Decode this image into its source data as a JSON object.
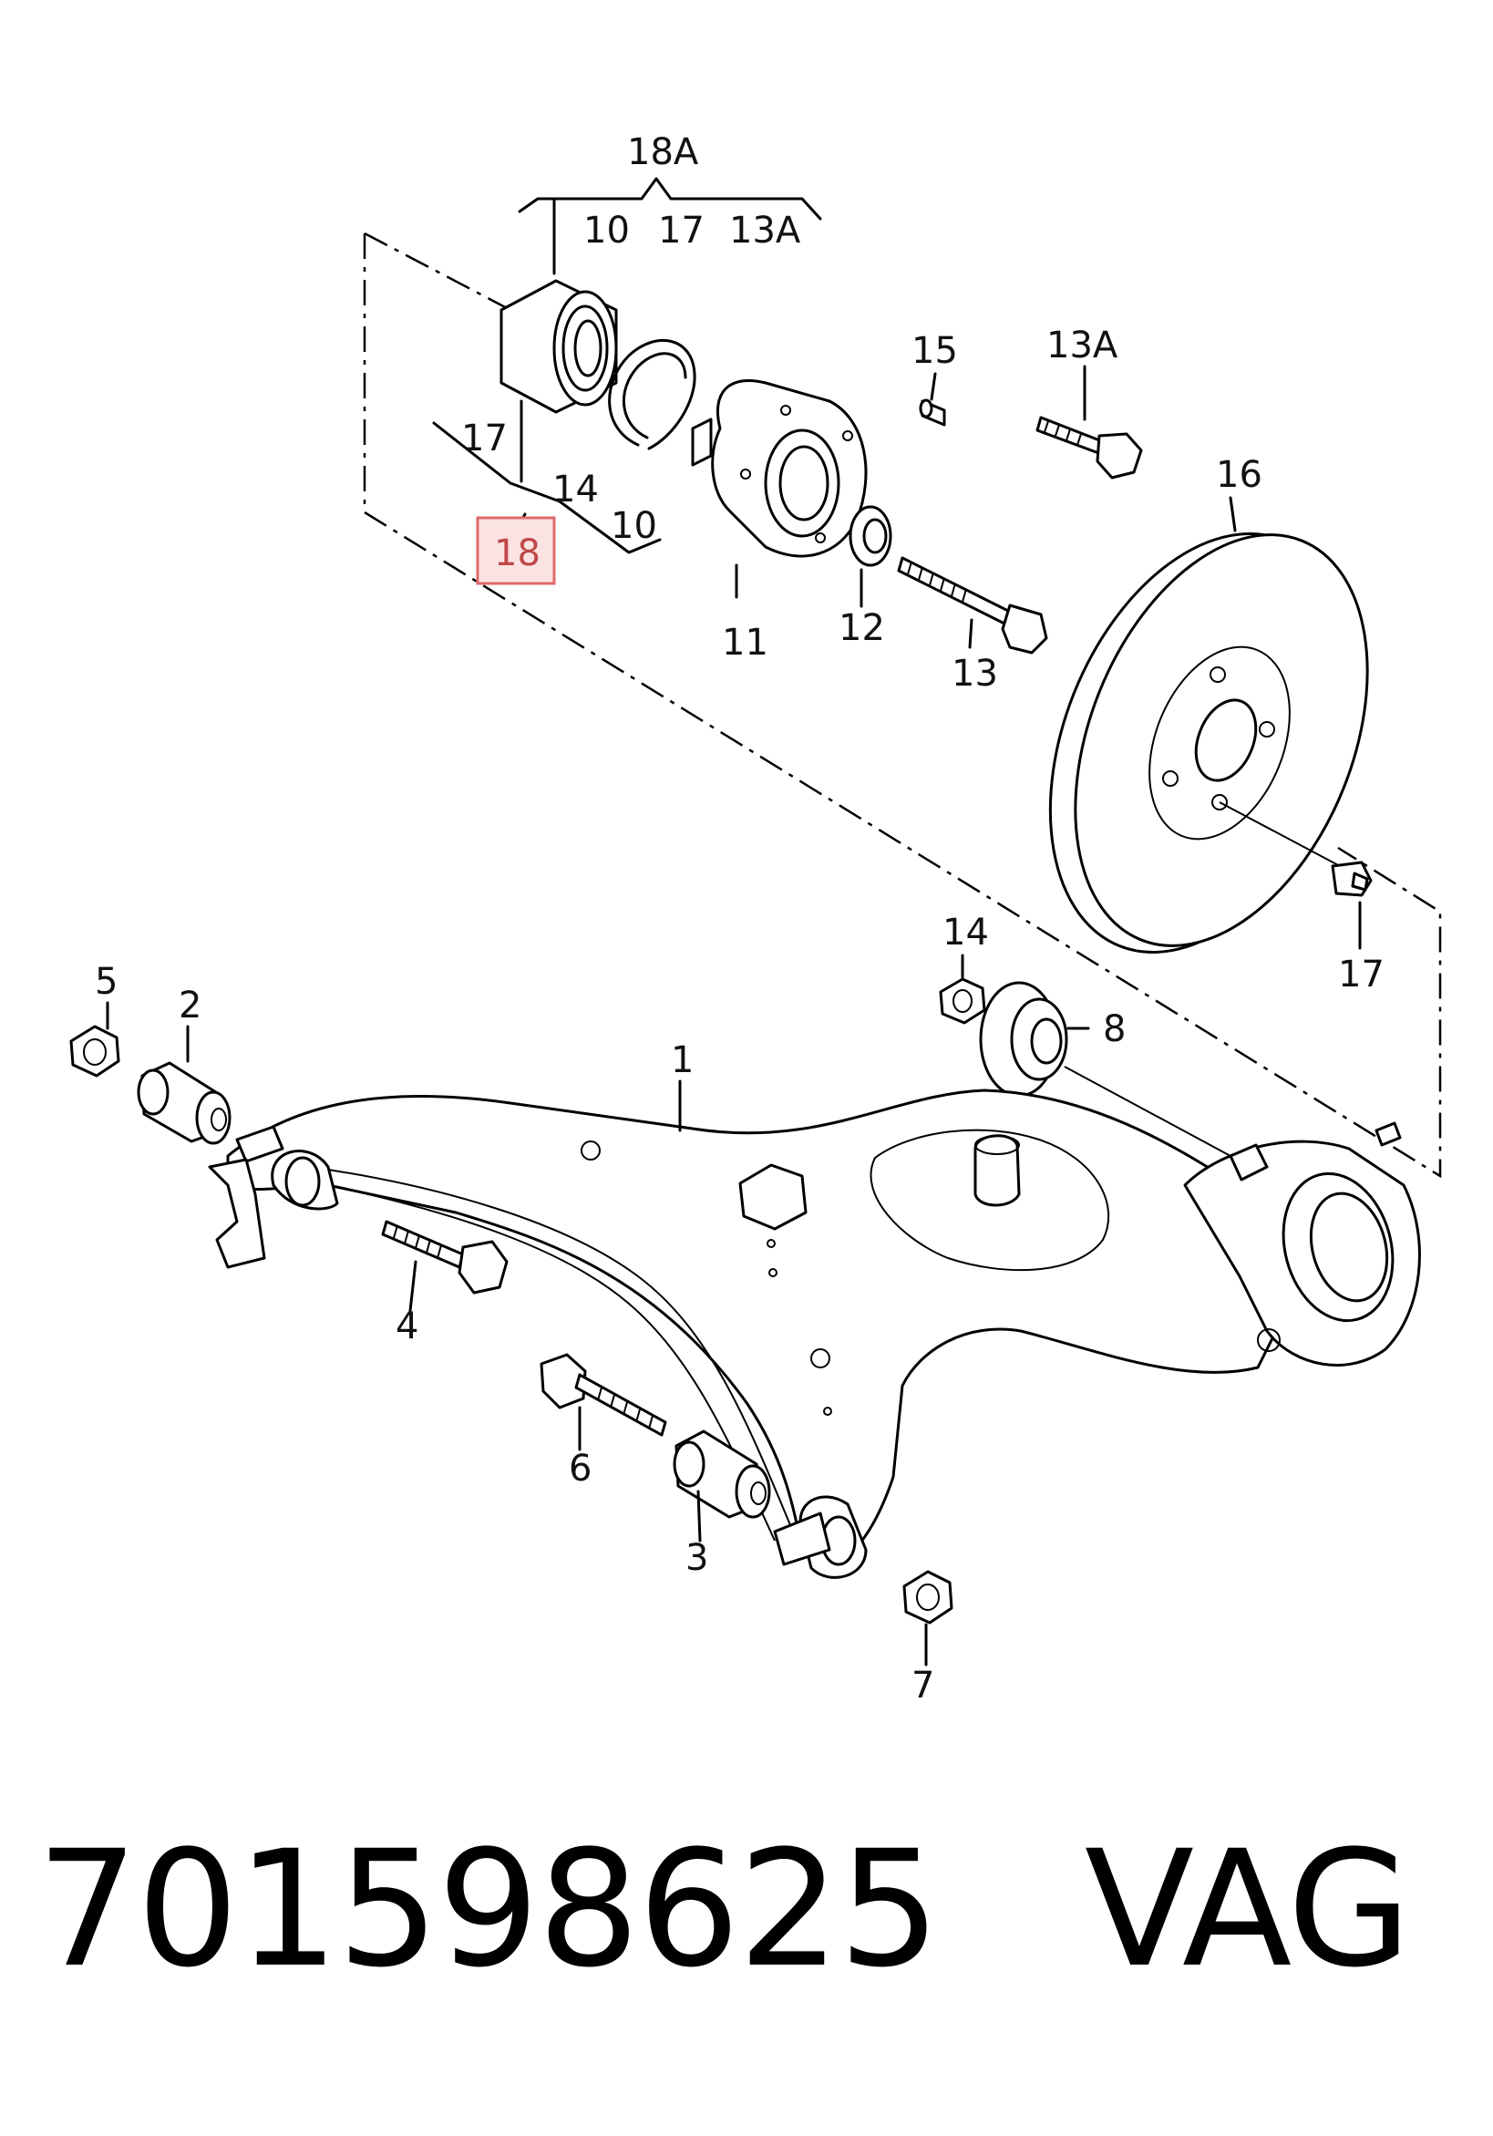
{
  "labels": {
    "l18A_top": "18A",
    "l10_top": "10",
    "l17_top": "17",
    "l13A_top": "13A",
    "l17_mid": "17",
    "l14_mid": "14",
    "l10_mid": "10",
    "l18_highlight": "18",
    "l11": "11",
    "l12": "12",
    "l13": "13",
    "l15": "15",
    "l13A_bolt": "13A",
    "l16": "16",
    "l17_disc": "17",
    "l14_nut": "14",
    "l8": "8",
    "l5": "5",
    "l2": "2",
    "l1": "1",
    "l4": "4",
    "l6": "6",
    "l3": "3",
    "l7": "7"
  },
  "footer": {
    "part_number": "701598625",
    "brand": "VAG"
  },
  "colors": {
    "highlight_border": "#e06a6a",
    "highlight_fill": "#fbe3e3",
    "highlight_text": "#c04848"
  }
}
